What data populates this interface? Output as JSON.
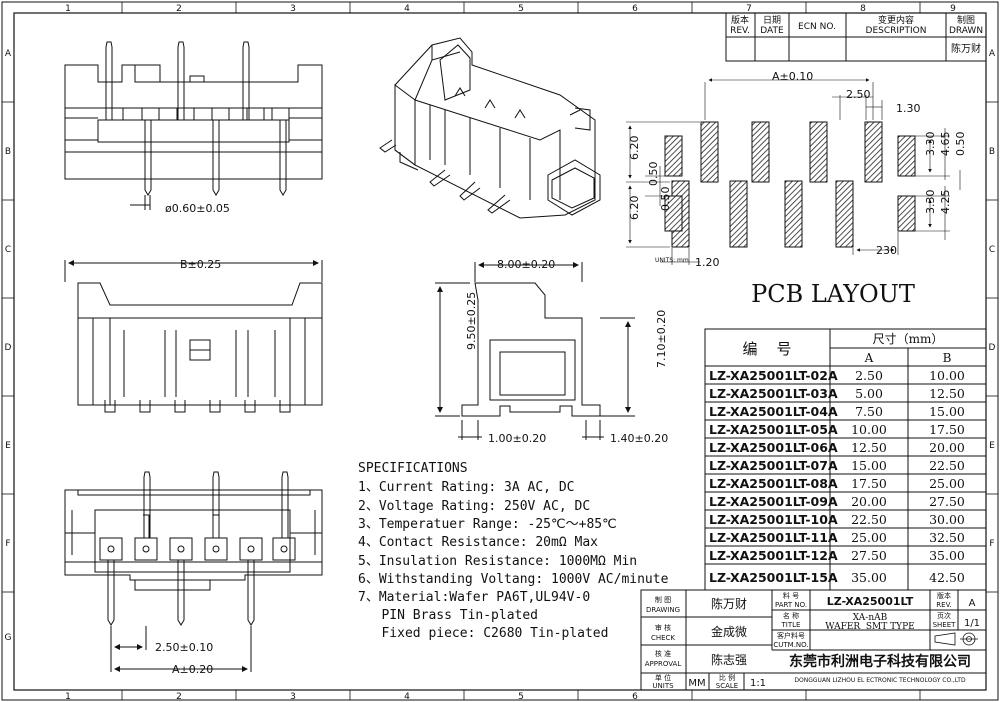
{
  "border": {
    "columns": [
      "1",
      "2",
      "3",
      "4",
      "5",
      "6",
      "7",
      "8",
      "9"
    ],
    "rows": [
      "A",
      "B",
      "C",
      "D",
      "E",
      "F",
      "G"
    ]
  },
  "revision_block": {
    "rev_cn": "版本",
    "rev_en": "REV.",
    "date_cn": "日期",
    "date_en": "DATE",
    "ecn": "ECN NO.",
    "desc_cn": "变更内容",
    "desc_en": "DESCRIPTION",
    "drawn_cn": "制图",
    "drawn_en": "DRAWN",
    "drawn_by": "陈万财"
  },
  "dimensions": {
    "pin_dia": "ø0.60±0.05",
    "b_dim": "B±0.25",
    "side_width": "8.00±0.20",
    "side_height": "9.50±0.25",
    "side_height2": "7.10±0.20",
    "side_left_foot": "1.00±0.20",
    "side_right_foot": "1.40±0.20",
    "bottom_pitch": "2.50±0.10",
    "bottom_a": "A±0.20"
  },
  "pcb": {
    "title": "PCB LAYOUT",
    "a_dim": "A±0.10",
    "pitch": "2.50",
    "pad_width": "1.30",
    "pad_h_left_top": "6.20",
    "pad_h_left_bot": "6.20",
    "offset_left": "0.50",
    "offset_left2": "0.50",
    "right_330_top": "3.30",
    "right_465": "4.65",
    "right_050": "0.50",
    "right_330_bot": "3.30",
    "right_425": "4.25",
    "bottom_120": "1.20",
    "bottom_230": "230",
    "units": "UNITS: mm"
  },
  "table": {
    "header_pn": "编    号",
    "header_size": "尺寸（mm）",
    "col_a": "A",
    "col_b": "B",
    "rows": [
      {
        "pn": "LZ-XA25001LT-02A",
        "a": "2.50",
        "b": "10.00"
      },
      {
        "pn": "LZ-XA25001LT-03A",
        "a": "5.00",
        "b": "12.50"
      },
      {
        "pn": "LZ-XA25001LT-04A",
        "a": "7.50",
        "b": "15.00"
      },
      {
        "pn": "LZ-XA25001LT-05A",
        "a": "10.00",
        "b": "17.50"
      },
      {
        "pn": "LZ-XA25001LT-06A",
        "a": "12.50",
        "b": "20.00"
      },
      {
        "pn": "LZ-XA25001LT-07A",
        "a": "15.00",
        "b": "22.50"
      },
      {
        "pn": "LZ-XA25001LT-08A",
        "a": "17.50",
        "b": "25.00"
      },
      {
        "pn": "LZ-XA25001LT-09A",
        "a": "20.00",
        "b": "27.50"
      },
      {
        "pn": "LZ-XA25001LT-10A",
        "a": "22.50",
        "b": "30.00"
      },
      {
        "pn": "LZ-XA25001LT-11A",
        "a": "25.00",
        "b": "32.50"
      },
      {
        "pn": "LZ-XA25001LT-12A",
        "a": "27.50",
        "b": "35.00"
      },
      {
        "pn": "LZ-XA25001LT-15A",
        "a": "35.00",
        "b": "42.50"
      }
    ]
  },
  "specifications": {
    "title": "SPECIFICATIONS",
    "lines": [
      "1、Current Rating: 3A AC, DC",
      "2、Voltage Rating: 250V AC, DC",
      "3、Temperatuer Range: -25℃～+85℃",
      "4、Contact Resistance: 20mΩ  Max",
      "5、Insulation Resistance: 1000MΩ  Min",
      "6、Withstanding Voltang: 1000V AC/minute",
      "7、Material:Wafer PA6T,UL94V-0",
      "   PIN Brass Tin-plated",
      "   Fixed piece: C2680 Tin-plated"
    ]
  },
  "title_block": {
    "drawing_cn": "制  图",
    "drawing_en": "DRAWING",
    "drawing_name": "陈万财",
    "check_cn": "审  核",
    "check_en": "CHECK",
    "check_name": "金成微",
    "approval_cn": "核  准",
    "approval_en": "APPROVAL",
    "approval_name": "陈志强",
    "units_cn": "单  位",
    "units_en": "UNITS",
    "units_val": "MM",
    "scale_cn": "比  例",
    "scale_en": "SCALE",
    "scale_val": "1:1",
    "partno_cn": "料  号",
    "partno_en": "PART NO.",
    "partno_val": "LZ-XA25001LT",
    "title_cn": "名  称",
    "title_en": "TITLE",
    "title_val1": "XA-nAB",
    "title_val2": "WAFER  SMT TYPE",
    "custno_cn": "客户料号",
    "custno_en": "CUTM.NO.",
    "rev_cn": "版本",
    "rev_en": "REV.",
    "rev_val": "A",
    "sheet_cn": "页次",
    "sheet_en": "SHEET",
    "sheet_val": "1/1",
    "company_cn": "东莞市利洲电子科技有限公司",
    "company_en": "DONGGUAN LIZHOU EL ECTRONIC TECHNOLOGY CO.,LTD"
  }
}
